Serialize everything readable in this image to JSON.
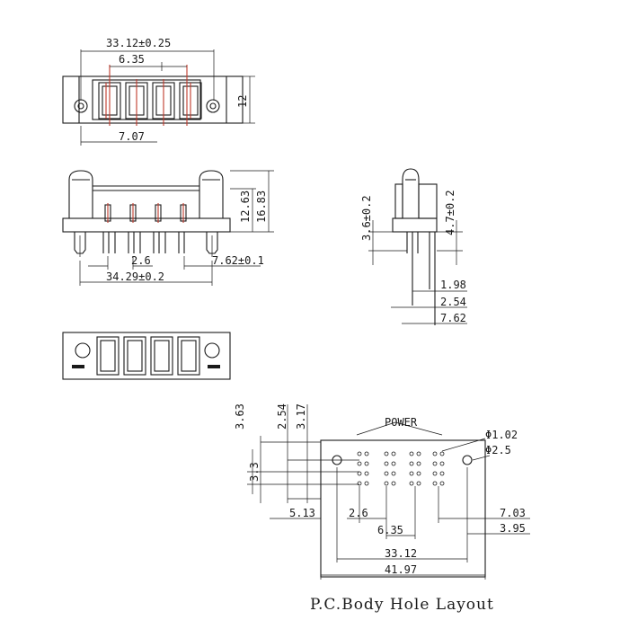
{
  "top_view": {
    "dim_overall": "33.12±0.25",
    "dim_pitch": "6.35",
    "dim_height": "12",
    "dim_offset": "7.07"
  },
  "front_view": {
    "dim_pin_height": "12.63",
    "dim_total_height": "16.83",
    "dim_pin_spacing": "2.6",
    "dim_side": "7.62±0.1",
    "dim_width": "34.29±0.2"
  },
  "side_view": {
    "dim_left": "3.6±0.2",
    "dim_right": "4.7±0.2",
    "dim_a": "1.98",
    "dim_b": "2.54",
    "dim_c": "7.62"
  },
  "layout": {
    "dim_363": "3.63",
    "dim_254": "2.54",
    "dim_317": "3.17",
    "dim_33": "3.3",
    "label_power": "POWER",
    "dim_hole_dia": "Φ1.02",
    "dim_mount_dia": "Φ2.5",
    "dim_513": "5.13",
    "dim_26": "2.6",
    "dim_635": "6.35",
    "dim_703": "7.03",
    "dim_395": "3.95",
    "dim_3312": "33.12",
    "dim_4197": "41.97"
  },
  "caption": "P.C.Body Hole Layout"
}
